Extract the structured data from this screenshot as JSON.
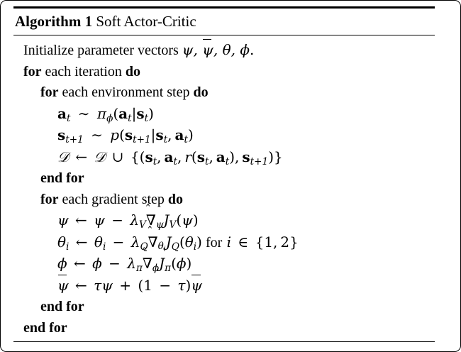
{
  "document": {
    "type": "algorithm-float",
    "caption_label": "Algorithm 1",
    "caption_title": "Soft Actor-Critic",
    "colors": {
      "ink": "#000000",
      "paper": "#ffffff"
    }
  },
  "lines": [
    {
      "indent": 1,
      "id": "initialize",
      "text": "Initialize parameter vectors ψ, ψ̄, θ, φ."
    },
    {
      "indent": 1,
      "id": "for-iteration",
      "text": "for each iteration do"
    },
    {
      "indent": 2,
      "id": "for-env-step",
      "text": "for each environment step do"
    },
    {
      "indent": 3,
      "id": "sample-action",
      "text": "a_t ~ π_φ(a_t|s_t)"
    },
    {
      "indent": 3,
      "id": "sample-next-state",
      "text": "s_{t+1} ~ p(s_{t+1}|s_t, a_t)"
    },
    {
      "indent": 3,
      "id": "buffer-update",
      "text": "D ← D ∪ {(s_t, a_t, r(s_t, a_t), s_{t+1})}"
    },
    {
      "indent": 2,
      "id": "end-for-env-step",
      "text": "end for"
    },
    {
      "indent": 2,
      "id": "for-gradient-step",
      "text": "for each gradient step do"
    },
    {
      "indent": 3,
      "id": "update-psi",
      "text": "ψ ← ψ − λ_V ∇̂_ψ J_V(ψ)"
    },
    {
      "indent": 3,
      "id": "update-theta",
      "text": "θ_i ← θ_i − λ_Q ∇̂_{θ_i} J_Q(θ_i) for i ∈ {1, 2}"
    },
    {
      "indent": 3,
      "id": "update-phi",
      "text": "φ ← φ − λ_π ∇̂_φ J_π(φ)"
    },
    {
      "indent": 3,
      "id": "update-psi-bar",
      "text": "ψ̄ ← τψ + (1 − τ)ψ̄"
    },
    {
      "indent": 2,
      "id": "end-for-gradient-step",
      "text": "end for"
    },
    {
      "indent": 1,
      "id": "end-for-iteration",
      "text": "end for"
    }
  ],
  "keywords": {
    "for": "for",
    "do": "do",
    "end_for": "end for",
    "each_iteration": "each iteration",
    "each_environment_step": "each environment step",
    "each_gradient_step": "each gradient step",
    "initialize_prefix": "Initialize parameter vectors",
    "for_lower": "for",
    "period": "."
  },
  "symbols": {
    "psi": "ψ",
    "psi_bar": "ψ",
    "theta": "θ",
    "phi": "φ",
    "pi": "π",
    "tau": "τ",
    "lambda": "λ",
    "nabla": "∇",
    "hat": "^",
    "sim": "∼",
    "leftarrow": "←",
    "cup": "∪",
    "in": "∈",
    "minus": "−",
    "plus": "+",
    "comma": ",",
    "mid": "|",
    "D": "D",
    "J": "J",
    "V": "V",
    "Q": "Q",
    "p": "p",
    "r": "r",
    "a": "a",
    "s": "s",
    "t": "t",
    "t_plus_1": "t+1",
    "i": "i",
    "one": "1",
    "two": "2",
    "lparen": "(",
    "rparen": ")",
    "lbrace": "{",
    "rbrace": "}"
  }
}
